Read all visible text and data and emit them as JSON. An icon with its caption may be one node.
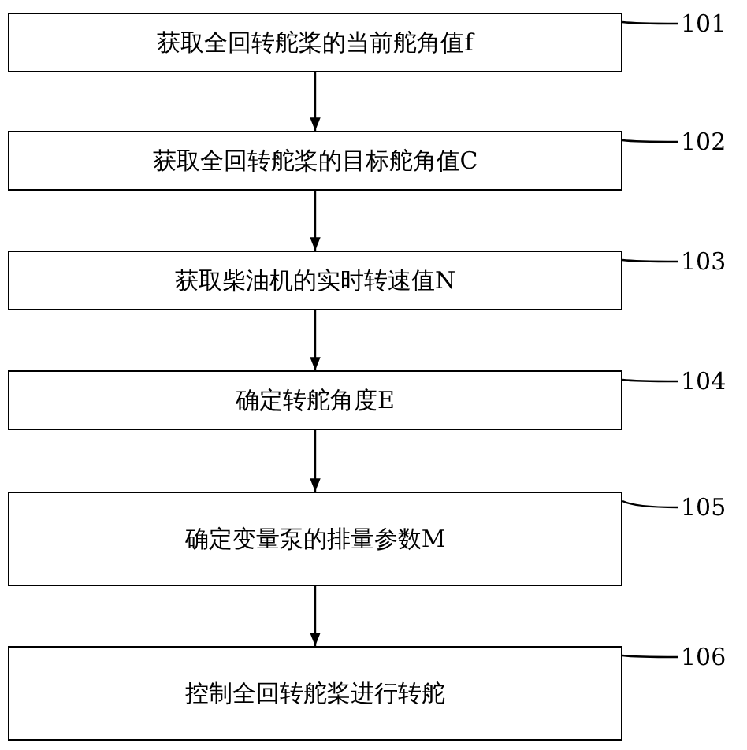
{
  "diagram": {
    "nodes": [
      {
        "text": [
          "获取全回转舵桨的当前舵角值f"
        ]
      },
      {
        "text": [
          "101"
        ]
      },
      {
        "text": [
          "获取全回转舵桨的目标舵角值C"
        ]
      },
      {
        "text": [
          "102"
        ]
      },
      {
        "text": [
          "获取柴油机的实时转速值N"
        ]
      },
      {
        "text": [
          "103"
        ]
      },
      {
        "text": [
          "确定转舵角度E"
        ]
      },
      {
        "text": [
          "104"
        ]
      },
      {
        "text": [
          "确定变量泵的排量参数M"
        ]
      },
      {
        "text": [
          "105"
        ]
      },
      {
        "text": [
          "控制全回转舵桨进行转舵"
        ]
      },
      {
        "text": [
          "106"
        ]
      }
    ],
    "edges": [
      {
        "from": 0,
        "to": 2,
        "arrow": "to"
      },
      {
        "from": 2,
        "to": 4,
        "arrow": "to"
      },
      {
        "from": 4,
        "to": 6,
        "arrow": "to"
      },
      {
        "from": 6,
        "to": 8,
        "arrow": "to"
      },
      {
        "from": 8,
        "to": 10,
        "arrow": "to"
      },
      {
        "from": 1,
        "to": 0,
        "arrow": "none"
      },
      {
        "from": 3,
        "to": 2,
        "arrow": "none"
      },
      {
        "from": 5,
        "to": 4,
        "arrow": "none"
      },
      {
        "from": 7,
        "to": 6,
        "arrow": "none"
      },
      {
        "from": 9,
        "to": 8,
        "arrow": "none"
      },
      {
        "from": 11,
        "to": 10,
        "arrow": "none"
      }
    ]
  }
}
